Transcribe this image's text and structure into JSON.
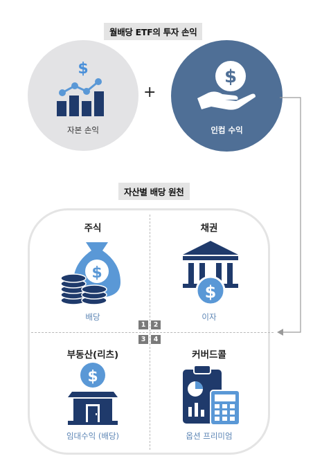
{
  "header": {
    "title": "월배당 ETF의 투자 손익"
  },
  "income": {
    "capital": {
      "label": "자본 손익",
      "icon": "bar-chart-dollar-icon"
    },
    "operator": "+",
    "income": {
      "label": "인컴 수익",
      "icon": "hand-dollar-coin-icon"
    }
  },
  "sources": {
    "title": "자산별 배당 원천",
    "quadrants": [
      {
        "number": "1",
        "title": "주식",
        "subtitle": "배당",
        "icon": "money-bag-coins-icon"
      },
      {
        "number": "2",
        "title": "채권",
        "subtitle": "이자",
        "icon": "bank-dollar-icon"
      },
      {
        "number": "3",
        "title": "부동산(리츠)",
        "subtitle": "임대수익 (배당)",
        "icon": "building-dollar-icon"
      },
      {
        "number": "4",
        "title": "커버드콜",
        "subtitle": "옵션 프리미엄",
        "icon": "clipboard-calculator-icon"
      }
    ]
  },
  "colors": {
    "navy": "#1f3a6b",
    "mid_blue": "#4f6f96",
    "light_blue": "#5a98d6",
    "gray": "#e4e4e4"
  }
}
